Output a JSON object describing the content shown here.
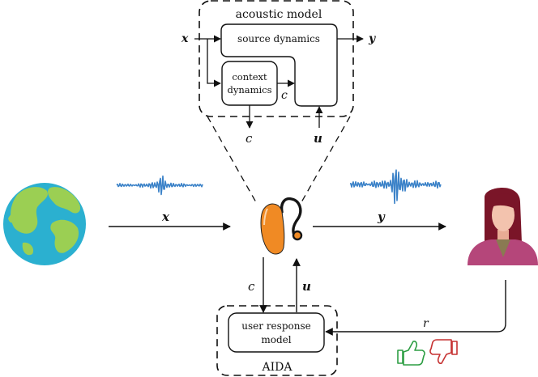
{
  "acoustic_model": {
    "title": "acoustic model",
    "source_label": "source dynamics",
    "context_label_1": "context",
    "context_label_2": "dynamics",
    "input_x": "x",
    "output_y": "y",
    "inner_c": "c",
    "output_c": "c",
    "input_u": "u"
  },
  "signals": {
    "x": "x",
    "y": "y",
    "c": "c",
    "u": "u",
    "r": "r"
  },
  "aida": {
    "title": "AIDA",
    "box_label_1": "user response",
    "box_label_2": "model"
  },
  "colors": {
    "wave": "#3b82c8",
    "ocean": "#2bb0d0",
    "land": "#9bcf53",
    "aid_body": "#f08a24",
    "hair": "#7a1528",
    "skin": "#f3c3ae",
    "shirt": "#b5467a",
    "thumb_up": "#2e9e44",
    "thumb_down": "#c63232"
  },
  "icons": [
    "earth-icon",
    "hearing-aid-icon",
    "user-avatar-icon",
    "thumbs-up-icon",
    "thumbs-down-icon",
    "sound-wave-icon"
  ]
}
